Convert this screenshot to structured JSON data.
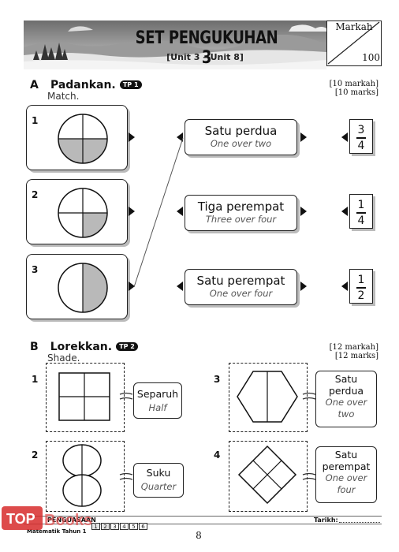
{
  "banner": {
    "title": "SET PENGUKUHAN 3",
    "subtitle": "[Unit 3 – Unit 8]"
  },
  "score_box": {
    "label": "Markah",
    "total": "100"
  },
  "section_a": {
    "letter": "A",
    "title": "Padankan.",
    "badge": "TP 1",
    "subtitle": "Match.",
    "marks_ms": "[10 markah]",
    "marks_en": "[10 marks]",
    "shape_items": [
      {
        "number": "1",
        "shaded_quarters": 2
      },
      {
        "number": "2",
        "shaded_quarters": 1
      },
      {
        "number": "3",
        "shaded_halves": 1
      }
    ],
    "words": [
      {
        "ms": "Satu perdua",
        "en": "One over two"
      },
      {
        "ms": "Tiga perempat",
        "en": "Three over four"
      },
      {
        "ms": "Satu perempat",
        "en": "One over four"
      }
    ],
    "fractions": [
      {
        "numerator": "3",
        "denominator": "4"
      },
      {
        "numerator": "1",
        "denominator": "4"
      },
      {
        "numerator": "1",
        "denominator": "2"
      }
    ],
    "drawn_match": "Item 3 is linked by a line to \"Satu perdua\""
  },
  "section_b": {
    "letter": "B",
    "title": "Lorekkan.",
    "badge": "TP 2",
    "subtitle": "Shade.",
    "marks_ms": "[12 markah]",
    "marks_en": "[12 marks]",
    "items": [
      {
        "number": "1",
        "shape": "square in four parts",
        "ms": "Separuh",
        "en": "Half"
      },
      {
        "number": "2",
        "shape": "figure-eight in two parts",
        "ms": "Suku",
        "en": "Quarter"
      },
      {
        "number": "3",
        "shape": "hexagon in two parts",
        "ms_lines": [
          "Satu",
          "perdua"
        ],
        "en_lines": [
          "One over",
          "two"
        ]
      },
      {
        "number": "4",
        "shape": "diamond in four parts",
        "ms_lines": [
          "Satu",
          "perempat"
        ],
        "en_lines": [
          "One over",
          "four"
        ]
      }
    ]
  },
  "footer": {
    "label": "PENGUASAAN",
    "levels": [
      "1",
      "2",
      "3",
      "4",
      "5",
      "6"
    ],
    "subject": "Matematik Tahun 1",
    "date_label": "Tarikh:",
    "page": "8",
    "logo": "TOP Books"
  }
}
